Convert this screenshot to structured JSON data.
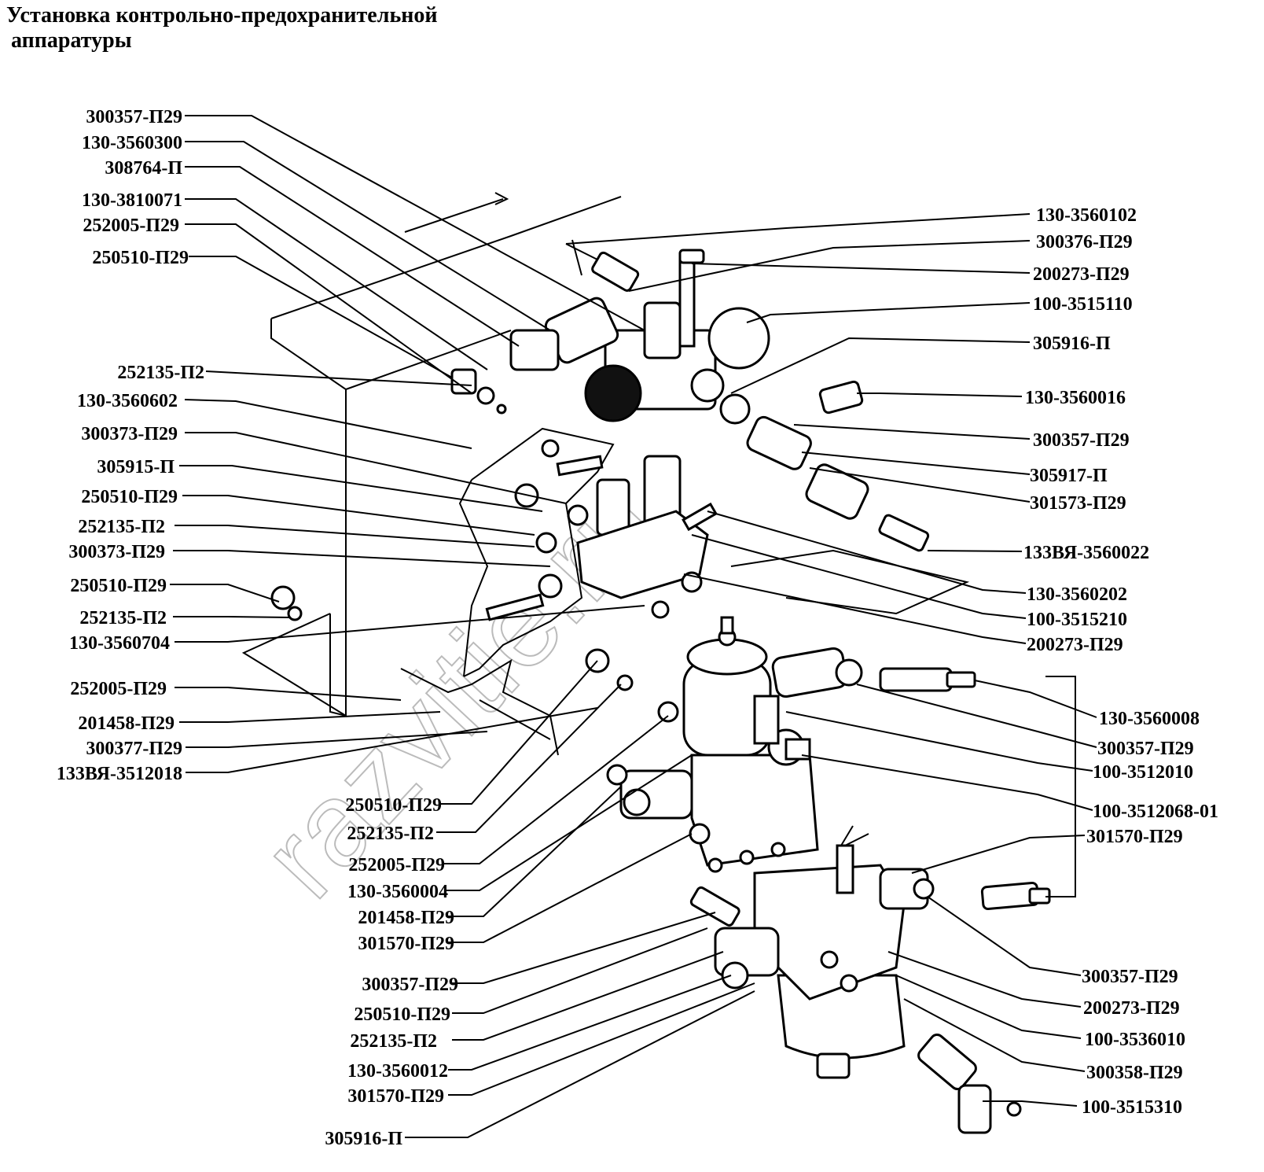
{
  "title": {
    "line1": "Установка контрольно-предохранительной",
    "line2": "аппаратуры"
  },
  "watermark": "razvitie.ru",
  "labels": {
    "left_top": [
      "300357-П29",
      "130-3560300",
      "308764-П",
      "130-3810071",
      "252005-П29",
      "250510-П29",
      "252135-П2",
      "130-3560602",
      "300373-П29",
      "305915-П",
      "250510-П29",
      "252135-П2",
      "300373-П29",
      "250510-П29",
      "252135-П2",
      "130-3560704",
      "252005-П29",
      "201458-П29",
      "300377-П29",
      "133ВЯ-3512018"
    ],
    "center_bottom": [
      "250510-П29",
      "252135-П2",
      "252005-П29",
      "130-3560004",
      "201458-П29",
      "301570-П29",
      "300357-П29",
      "250510-П29",
      "252135-П2",
      "130-3560012",
      "301570-П29",
      "305916-П"
    ],
    "right": [
      "130-3560102",
      "300376-П29",
      "200273-П29",
      "100-3515110",
      "305916-П",
      "130-3560016",
      "300357-П29",
      "305917-П",
      "301573-П29",
      "133ВЯ-3560022",
      "130-3560202",
      "100-3515210",
      "200273-П29",
      "130-3560008",
      "300357-П29",
      "100-3512010",
      "100-3512068-01",
      "301570-П29",
      "300357-П29",
      "200273-П29",
      "100-3536010",
      "300358-П29",
      "100-3515310"
    ]
  }
}
